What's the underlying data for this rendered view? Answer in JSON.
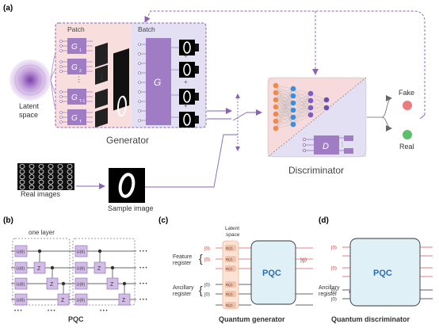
{
  "panel_a": {
    "label": "(a)",
    "latent_space": [
      "Latent",
      "space"
    ],
    "patch": "Patch",
    "batch": "Batch",
    "g_sub": [
      "G",
      "G",
      "G",
      "G"
    ],
    "g_sub_idx": [
      "1",
      "2",
      "T-1",
      "T"
    ],
    "g_big": "G",
    "vdots": "⋮",
    "plus": "+",
    "generator": "Generator",
    "fake": "Fake",
    "real": "Real",
    "d_label": "D",
    "discriminator": "Discriminator",
    "real_images": "Real images",
    "sample_image": "Sample image",
    "digit": "0"
  },
  "panel_b": {
    "label": "(b)",
    "one_layer": "one layer",
    "u_gate": "U(θ)",
    "z_gate": "Z",
    "ellipsis": "• • •",
    "title": "PQC"
  },
  "panel_c": {
    "label": "(c)",
    "latent": [
      "Latent",
      "space"
    ],
    "feature": [
      "Feature",
      "register"
    ],
    "ancillary": [
      "Ancillary",
      "register"
    ],
    "ket0": "|0⟩",
    "rgate": "R(z)",
    "pqc": "PQC",
    "out": "|g⟩",
    "title": "Quantum generator"
  },
  "panel_d": {
    "label": "(d)",
    "ket0": "|0⟩",
    "ancillary": [
      "Ancillary",
      "register"
    ],
    "pqc": "PQC",
    "title": "Quantum discriminator"
  },
  "colors": {
    "purple": "#a07cc5",
    "purple_dark": "#8a5fb0",
    "pink_bg": "#f9dede",
    "lav_bg": "#e3e0f3",
    "dashed_purple": "#8a62b8",
    "fake": "#ee7b7b",
    "real": "#5cbf6b",
    "pqc_fill": "#dff0f7",
    "red_wire": "#e05a5a",
    "orange_node": "#f08a4b",
    "blue_node": "#3b8de0"
  }
}
